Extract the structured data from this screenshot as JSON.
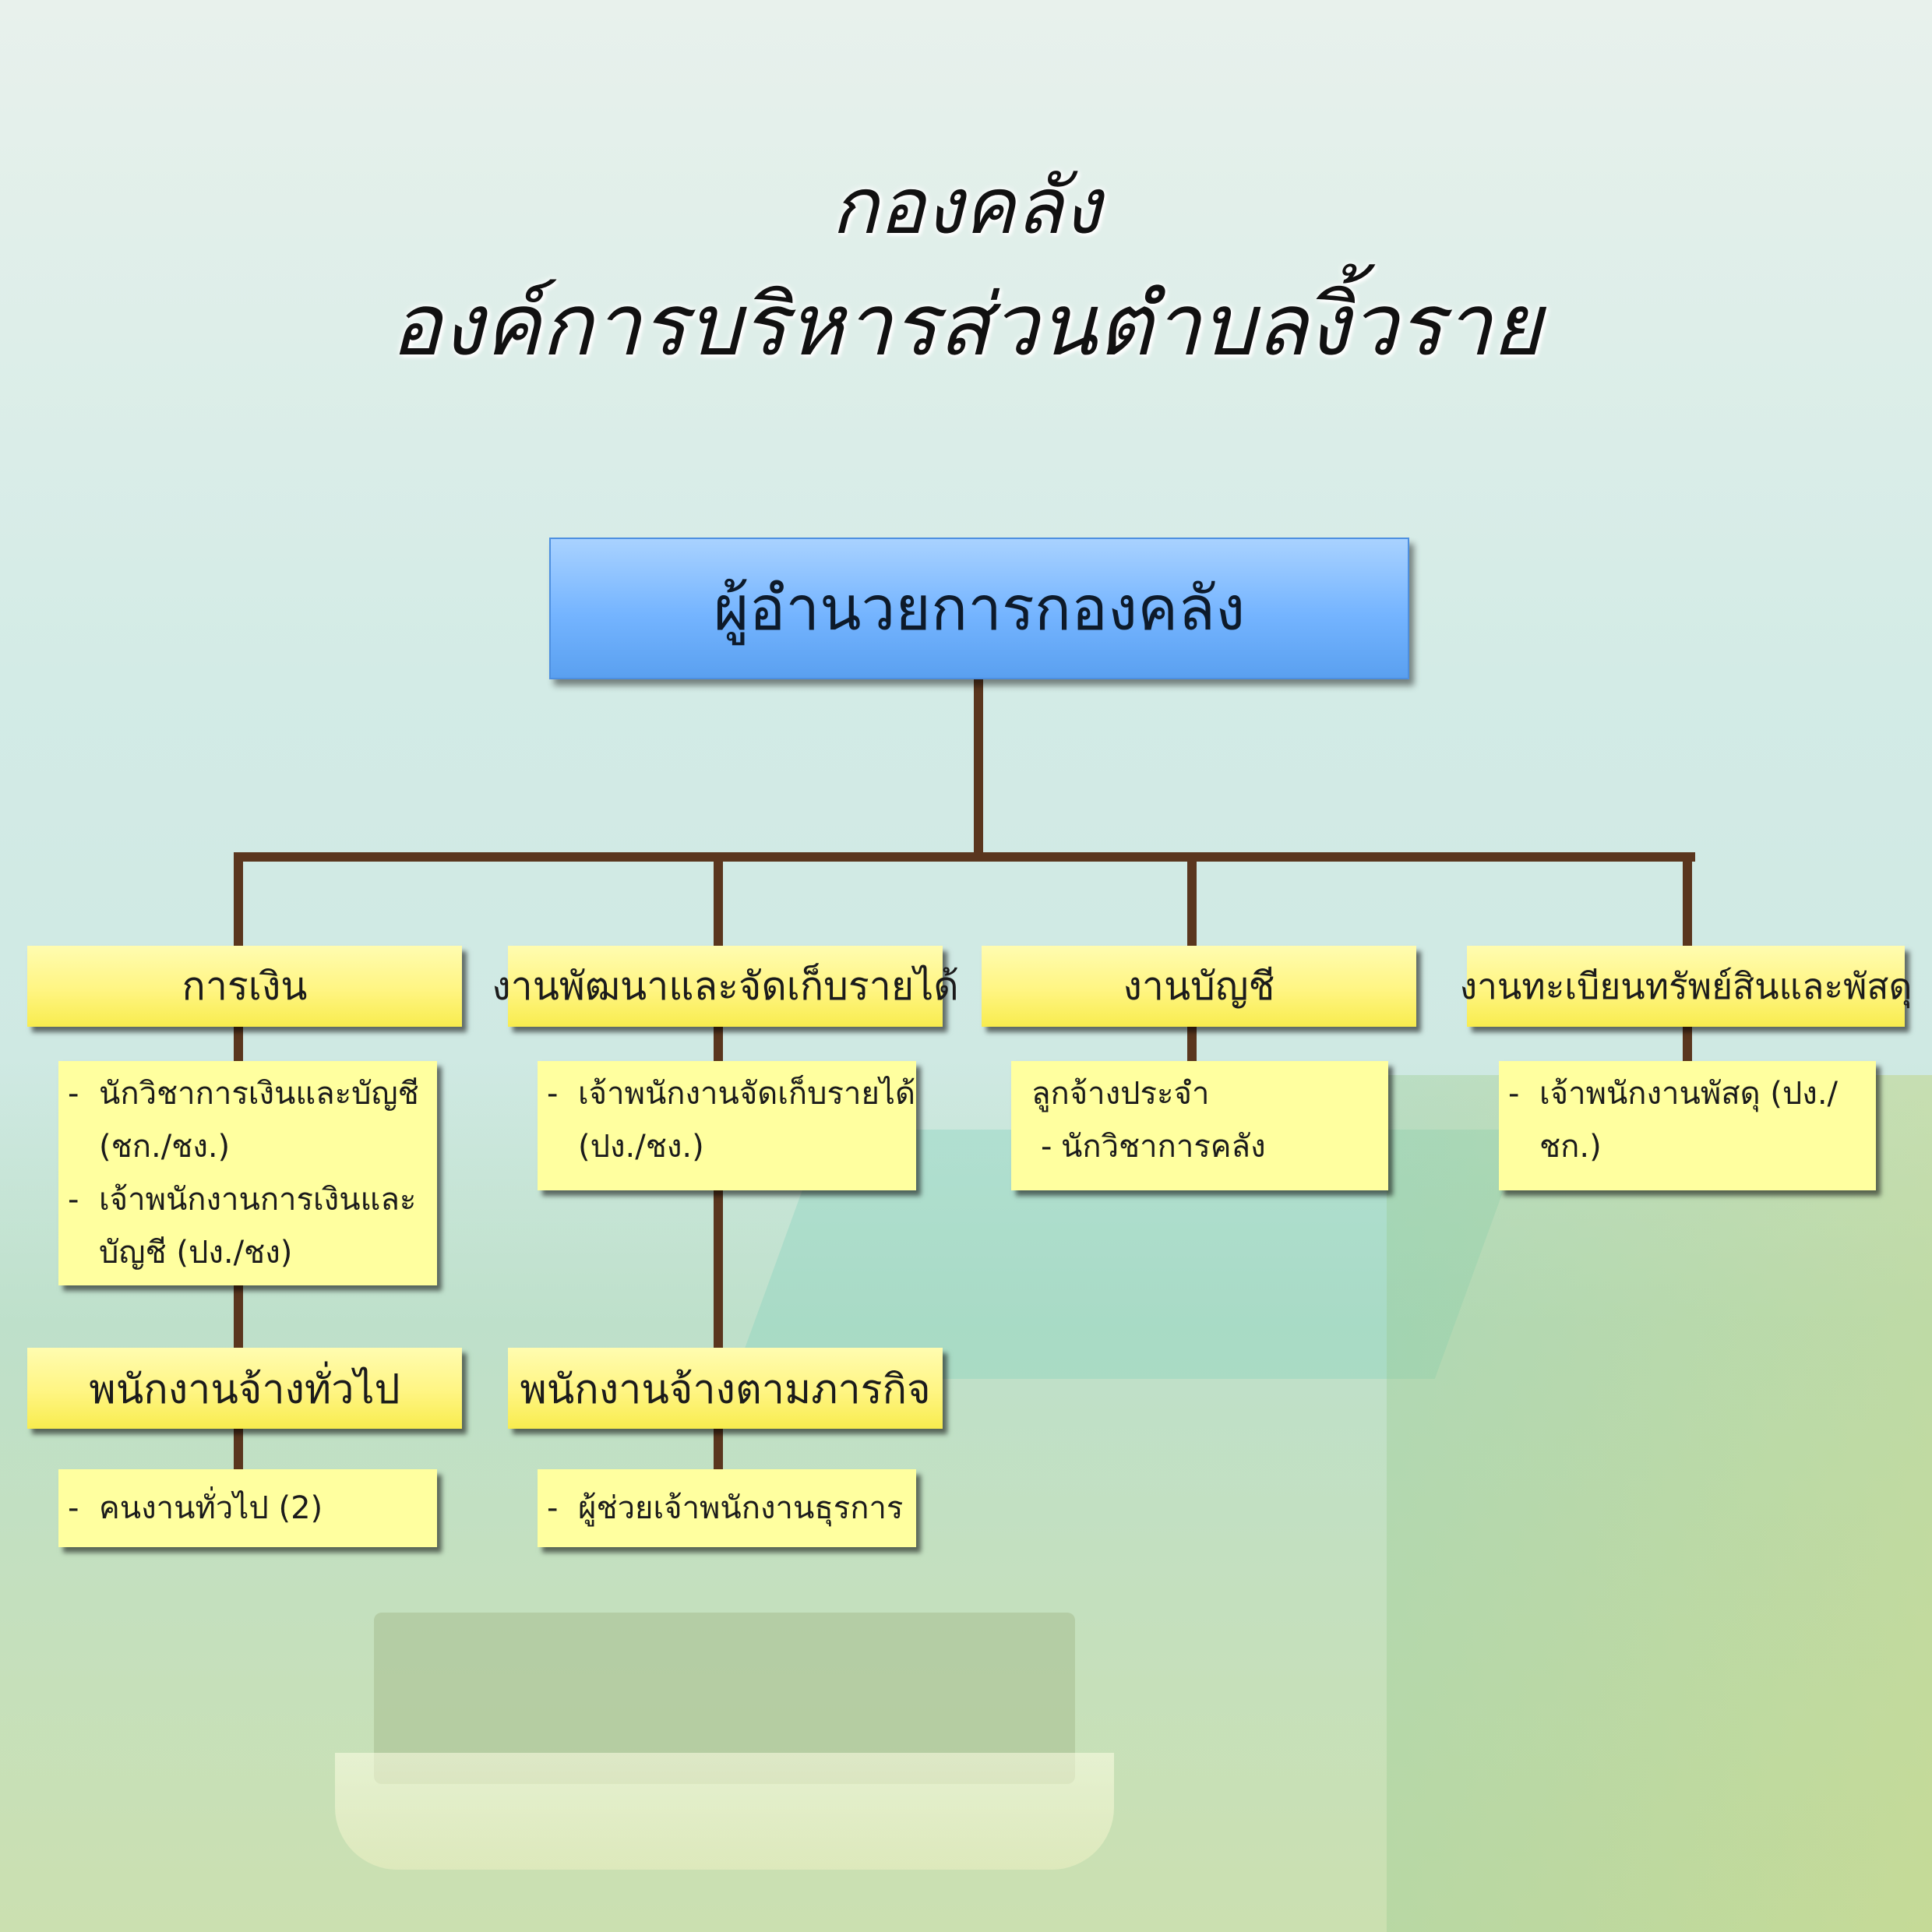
{
  "title": {
    "line1": "กองคลัง",
    "line2": "องค์การบริหารส่วนตำบลงิ้วราย"
  },
  "head": "ผู้อำนวยการกองคลัง",
  "units": {
    "finance": {
      "name": "การเงิน",
      "staff": [
        "นักวิชาการเงินและบัญชี",
        "(ชก./ชง.)",
        "เจ้าพนักงานการเงินและ",
        "บัญชี (ปง./ชง)"
      ]
    },
    "revenue": {
      "name": "งานพัฒนาและจัดเก็บรายได้",
      "staff": [
        "เจ้าพนักงานจัดเก็บรายได้",
        "(ปง./ชง.)"
      ]
    },
    "accounting": {
      "name": "งานบัญชี",
      "staff": [
        "ลูกจ้างประจำ",
        "นักวิชาการคลัง"
      ]
    },
    "assets": {
      "name": "งานทะเบียนทรัพย์สินและพัสดุ",
      "staff": [
        "เจ้าพนักงานพัสดุ (ปง./ชก.)"
      ]
    },
    "general_staff": {
      "name": "พนักงานจ้างทั่วไป",
      "staff": [
        "คนงานทั่วไป (2)"
      ]
    },
    "mission_staff": {
      "name": "พนักงานจ้างตามภารกิจ",
      "staff": [
        "ผู้ช่วยเจ้าพนักงานธุรการ"
      ]
    }
  },
  "colors": {
    "connector": "#5a361e",
    "head_fill": "#74b4ff",
    "unit_fill": "#fff582",
    "list_fill": "#ffff9f"
  }
}
